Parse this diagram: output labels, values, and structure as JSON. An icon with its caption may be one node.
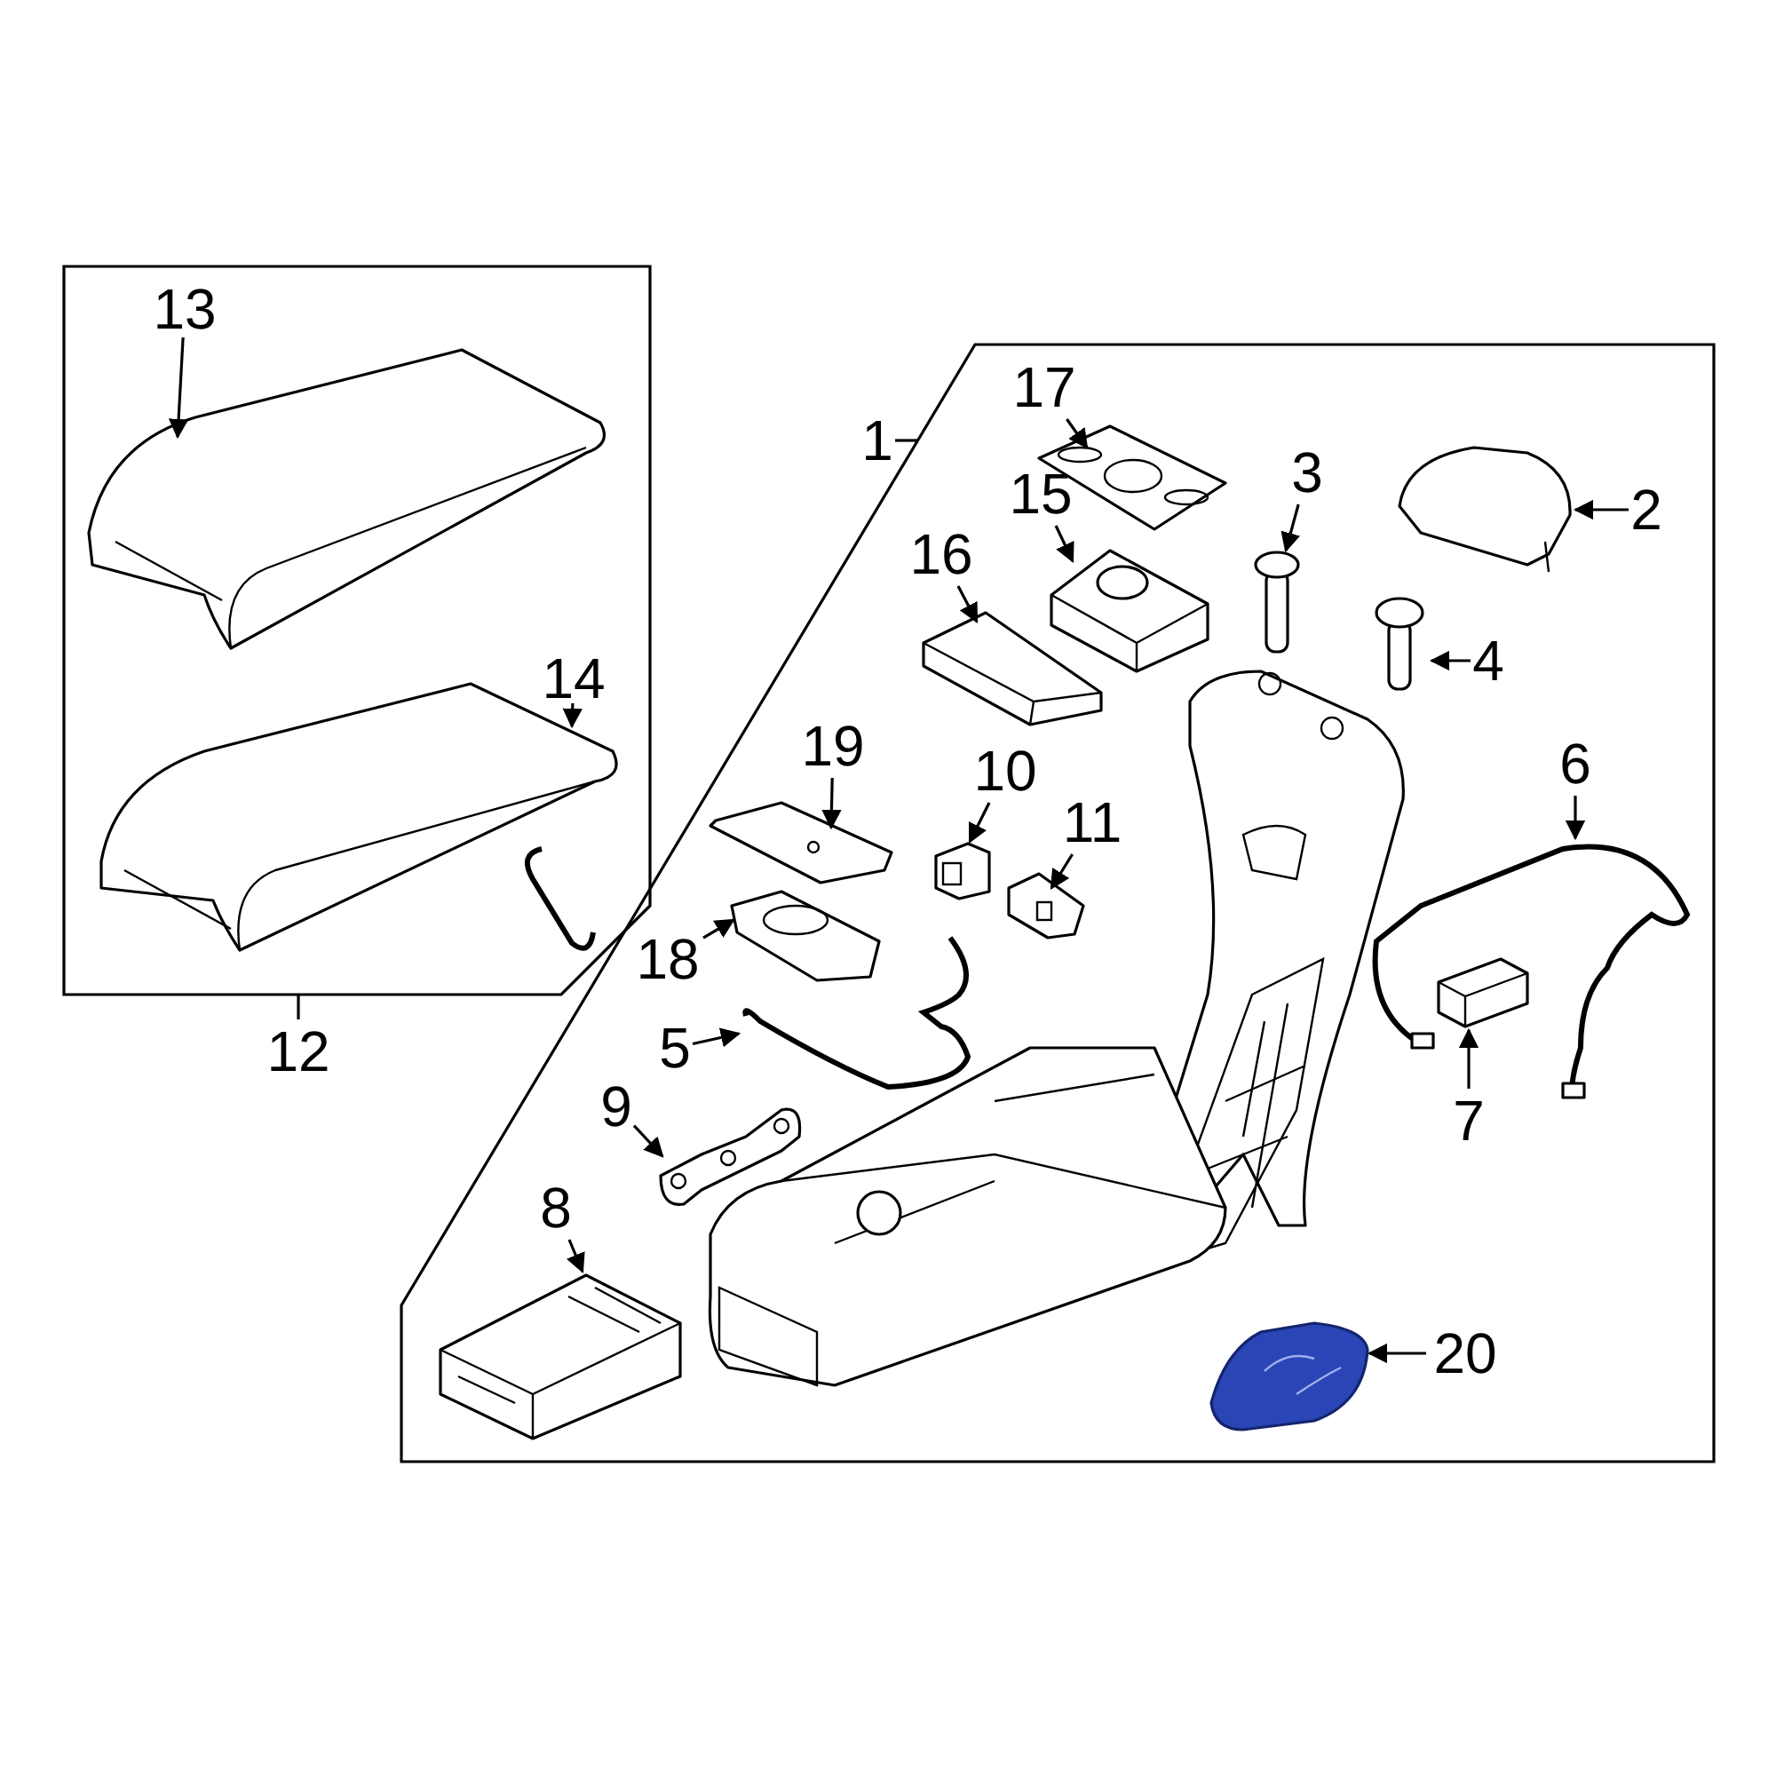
{
  "diagram": {
    "nodes": [
      {
        "text": [],
        "shape": "box"
      },
      {
        "text": [
          "13"
        ],
        "in": 0
      },
      {
        "text": [],
        "shape": "picture",
        "in": 0
      },
      {
        "text": [
          "14"
        ],
        "in": 0
      },
      {
        "text": [],
        "shape": "picture",
        "in": 0
      },
      {
        "text": [
          "12"
        ]
      },
      {
        "text": [
          "1"
        ]
      },
      {
        "text": [],
        "shape": "box"
      },
      {
        "text": [
          "17"
        ],
        "in": 7
      },
      {
        "text": [],
        "shape": "picture",
        "in": 7
      },
      {
        "text": [
          "15"
        ],
        "in": 7
      },
      {
        "text": [],
        "shape": "picture",
        "in": 7
      },
      {
        "text": [
          "16"
        ],
        "in": 7
      },
      {
        "text": [],
        "shape": "picture",
        "in": 7
      },
      {
        "text": [
          "3"
        ],
        "in": 7
      },
      {
        "text": [],
        "shape": "picture",
        "in": 7
      },
      {
        "text": [
          "2"
        ],
        "in": 7
      },
      {
        "text": [],
        "shape": "picture",
        "in": 7
      },
      {
        "text": [
          "4"
        ],
        "in": 7
      },
      {
        "text": [],
        "shape": "picture",
        "in": 7
      },
      {
        "text": [
          "19"
        ],
        "in": 7
      },
      {
        "text": [],
        "shape": "picture",
        "in": 7
      },
      {
        "text": [
          "10"
        ],
        "in": 7
      },
      {
        "text": [],
        "shape": "picture",
        "in": 7
      },
      {
        "text": [
          "11"
        ],
        "in": 7
      },
      {
        "text": [],
        "shape": "picture",
        "in": 7
      },
      {
        "text": [
          "6"
        ],
        "in": 7
      },
      {
        "text": [],
        "shape": "picture",
        "in": 7
      },
      {
        "text": [
          "18"
        ],
        "in": 7
      },
      {
        "text": [],
        "shape": "picture",
        "in": 7
      },
      {
        "text": [
          "5"
        ],
        "in": 7
      },
      {
        "text": [],
        "shape": "picture",
        "in": 7
      },
      {
        "text": [
          "7"
        ],
        "in": 7
      },
      {
        "text": [],
        "shape": "picture",
        "in": 27
      },
      {
        "text": [
          "9"
        ],
        "in": 7
      },
      {
        "text": [],
        "shape": "picture",
        "in": 7
      },
      {
        "text": [
          "8"
        ],
        "in": 7
      },
      {
        "text": [],
        "shape": "picture",
        "in": 7
      },
      {
        "text": [
          "20"
        ],
        "in": 7
      },
      {
        "text": [],
        "shape": "picture",
        "in": 7
      }
    ],
    "edges": [
      {
        "from": 1,
        "to": 2,
        "arrow": "to"
      },
      {
        "from": 3,
        "to": 4,
        "arrow": "to"
      },
      {
        "from": 5,
        "to": 0,
        "arrow": "none"
      },
      {
        "from": 6,
        "to": 7,
        "arrow": "none"
      },
      {
        "from": 8,
        "to": 9,
        "arrow": "to"
      },
      {
        "from": 10,
        "to": 11,
        "arrow": "to"
      },
      {
        "from": 12,
        "to": 13,
        "arrow": "to"
      },
      {
        "from": 14,
        "to": 15,
        "arrow": "to"
      },
      {
        "from": 16,
        "to": 17,
        "arrow": "to"
      },
      {
        "from": 18,
        "to": 19,
        "arrow": "to"
      },
      {
        "from": 20,
        "to": 21,
        "arrow": "to"
      },
      {
        "from": 22,
        "to": 23,
        "arrow": "to"
      },
      {
        "from": 24,
        "to": 25,
        "arrow": "to"
      },
      {
        "from": 26,
        "to": 27,
        "arrow": "to"
      },
      {
        "from": 28,
        "to": 29,
        "arrow": "to"
      },
      {
        "from": 30,
        "to": 31,
        "arrow": "to"
      },
      {
        "from": 32,
        "to": 33,
        "arrow": "to"
      },
      {
        "from": 34,
        "to": 35,
        "arrow": "to"
      },
      {
        "from": 36,
        "to": 37,
        "arrow": "to"
      },
      {
        "from": 38,
        "to": 39,
        "arrow": "to"
      }
    ]
  }
}
